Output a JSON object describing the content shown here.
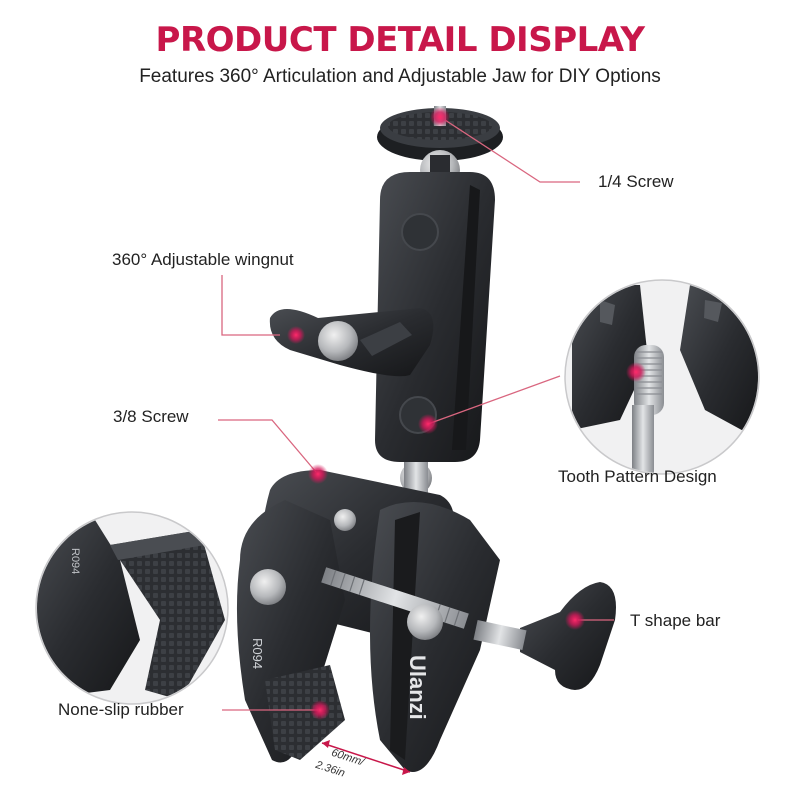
{
  "header": {
    "title": "PRODUCT DETAIL DISPLAY",
    "subtitle": "Features 360° Articulation and Adjustable Jaw for DIY Options"
  },
  "callouts": {
    "quarter_screw": "1/4 Screw",
    "wingnut": "360° Adjustable wingnut",
    "three_eighths_screw": "3/8 Screw",
    "tooth_pattern": "Tooth Pattern Design",
    "t_bar": "T shape bar",
    "rubber": "None-slip rubber"
  },
  "product": {
    "model_top": "R094",
    "model_side": "R094",
    "brand": "Ulanzi",
    "jaw_size_line1": "60mm/",
    "jaw_size_line2": "2.36in"
  },
  "colors": {
    "accent": "#c8174a",
    "text": "#222222",
    "metal_dark": "#1f2124",
    "metal_mid": "#34373b",
    "steel": "#b9bcc0",
    "leader": "#d9667f"
  },
  "icons": [
    "quarter-screw-marker",
    "wingnut-marker",
    "three-eighths-marker",
    "tooth-marker",
    "t-bar-marker",
    "rubber-marker"
  ]
}
